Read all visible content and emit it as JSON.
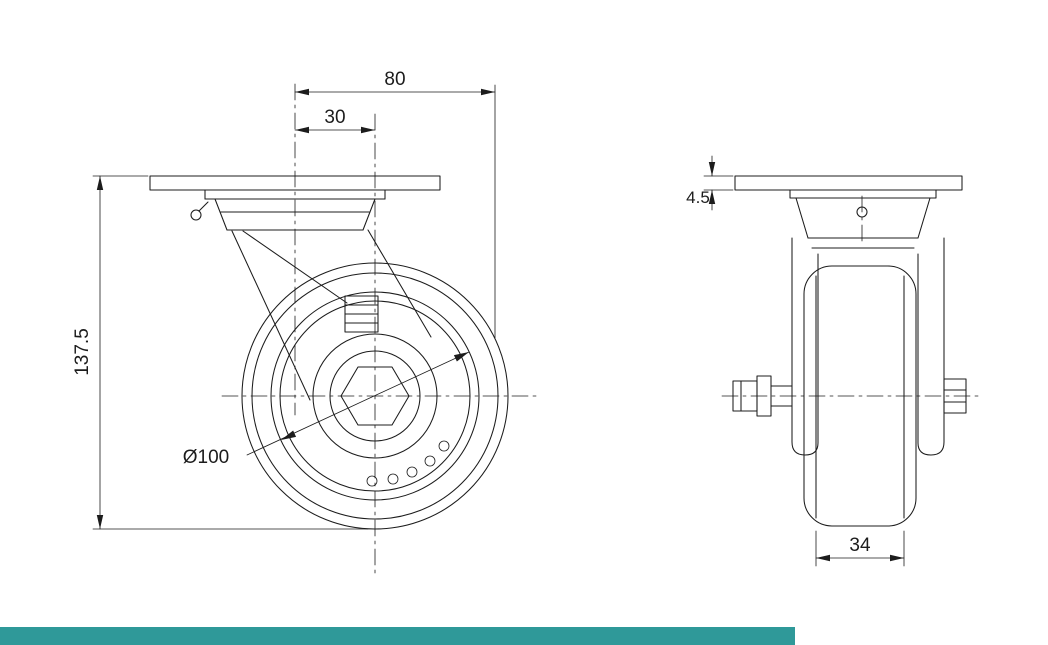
{
  "dimensions": {
    "top_span": "80",
    "swivel_offset": "30",
    "overall_height": "137.5",
    "wheel_diameter": "Ø100",
    "plate_thickness": "4.5",
    "wheel_width": "34"
  },
  "colors": {
    "line": "#1c1c1c",
    "background": "#ffffff",
    "accent_bar": "#2f9999"
  }
}
